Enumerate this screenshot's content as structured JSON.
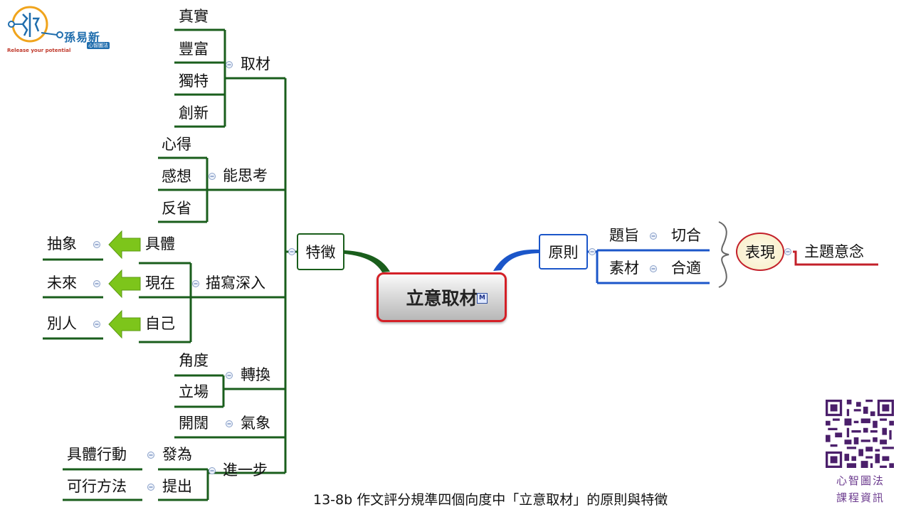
{
  "central": "立意取材",
  "central_badge": "M",
  "left_branch": {
    "label": "特徵",
    "topics": {
      "quc": {
        "label": "取材",
        "leaves": [
          "真實",
          "豐富",
          "獨特",
          "創新"
        ]
      },
      "nsk": {
        "label": "能思考",
        "leaves": [
          "心得",
          "感想",
          "反省"
        ]
      },
      "mxsr": {
        "label": "描寫深入",
        "pairs": [
          {
            "from": "具體",
            "to": "抽象"
          },
          {
            "from": "現在",
            "to": "未來"
          },
          {
            "from": "自己",
            "to": "別人"
          }
        ]
      },
      "zh": {
        "label": "轉換",
        "leaves": [
          "角度",
          "立場"
        ]
      },
      "qx": {
        "label": "氣象",
        "leaves": [
          "開闊"
        ]
      },
      "jyb": {
        "label": "進一步",
        "pairs": [
          {
            "verb": "發為",
            "object": "具體行動"
          },
          {
            "verb": "提出",
            "object": "可行方法"
          }
        ]
      }
    }
  },
  "right_branch": {
    "label": "原則",
    "items": [
      {
        "label": "題旨",
        "value": "切合"
      },
      {
        "label": "素材",
        "value": "合適"
      }
    ],
    "summary": "表現",
    "summary_child": "主題意念"
  },
  "logo": {
    "name": "孫易新",
    "tagline": "Release your potential",
    "sub": "心智圖法"
  },
  "caption": "13-8b 作文評分規準四個向度中「立意取材」的原則與特徵",
  "qr_text": [
    "心智圖法",
    "課程資訊"
  ],
  "colors": {
    "green": "#1a5e1c",
    "blue": "#1b56c9",
    "red": "#c3202a",
    "arrow": "#7dc51b"
  }
}
